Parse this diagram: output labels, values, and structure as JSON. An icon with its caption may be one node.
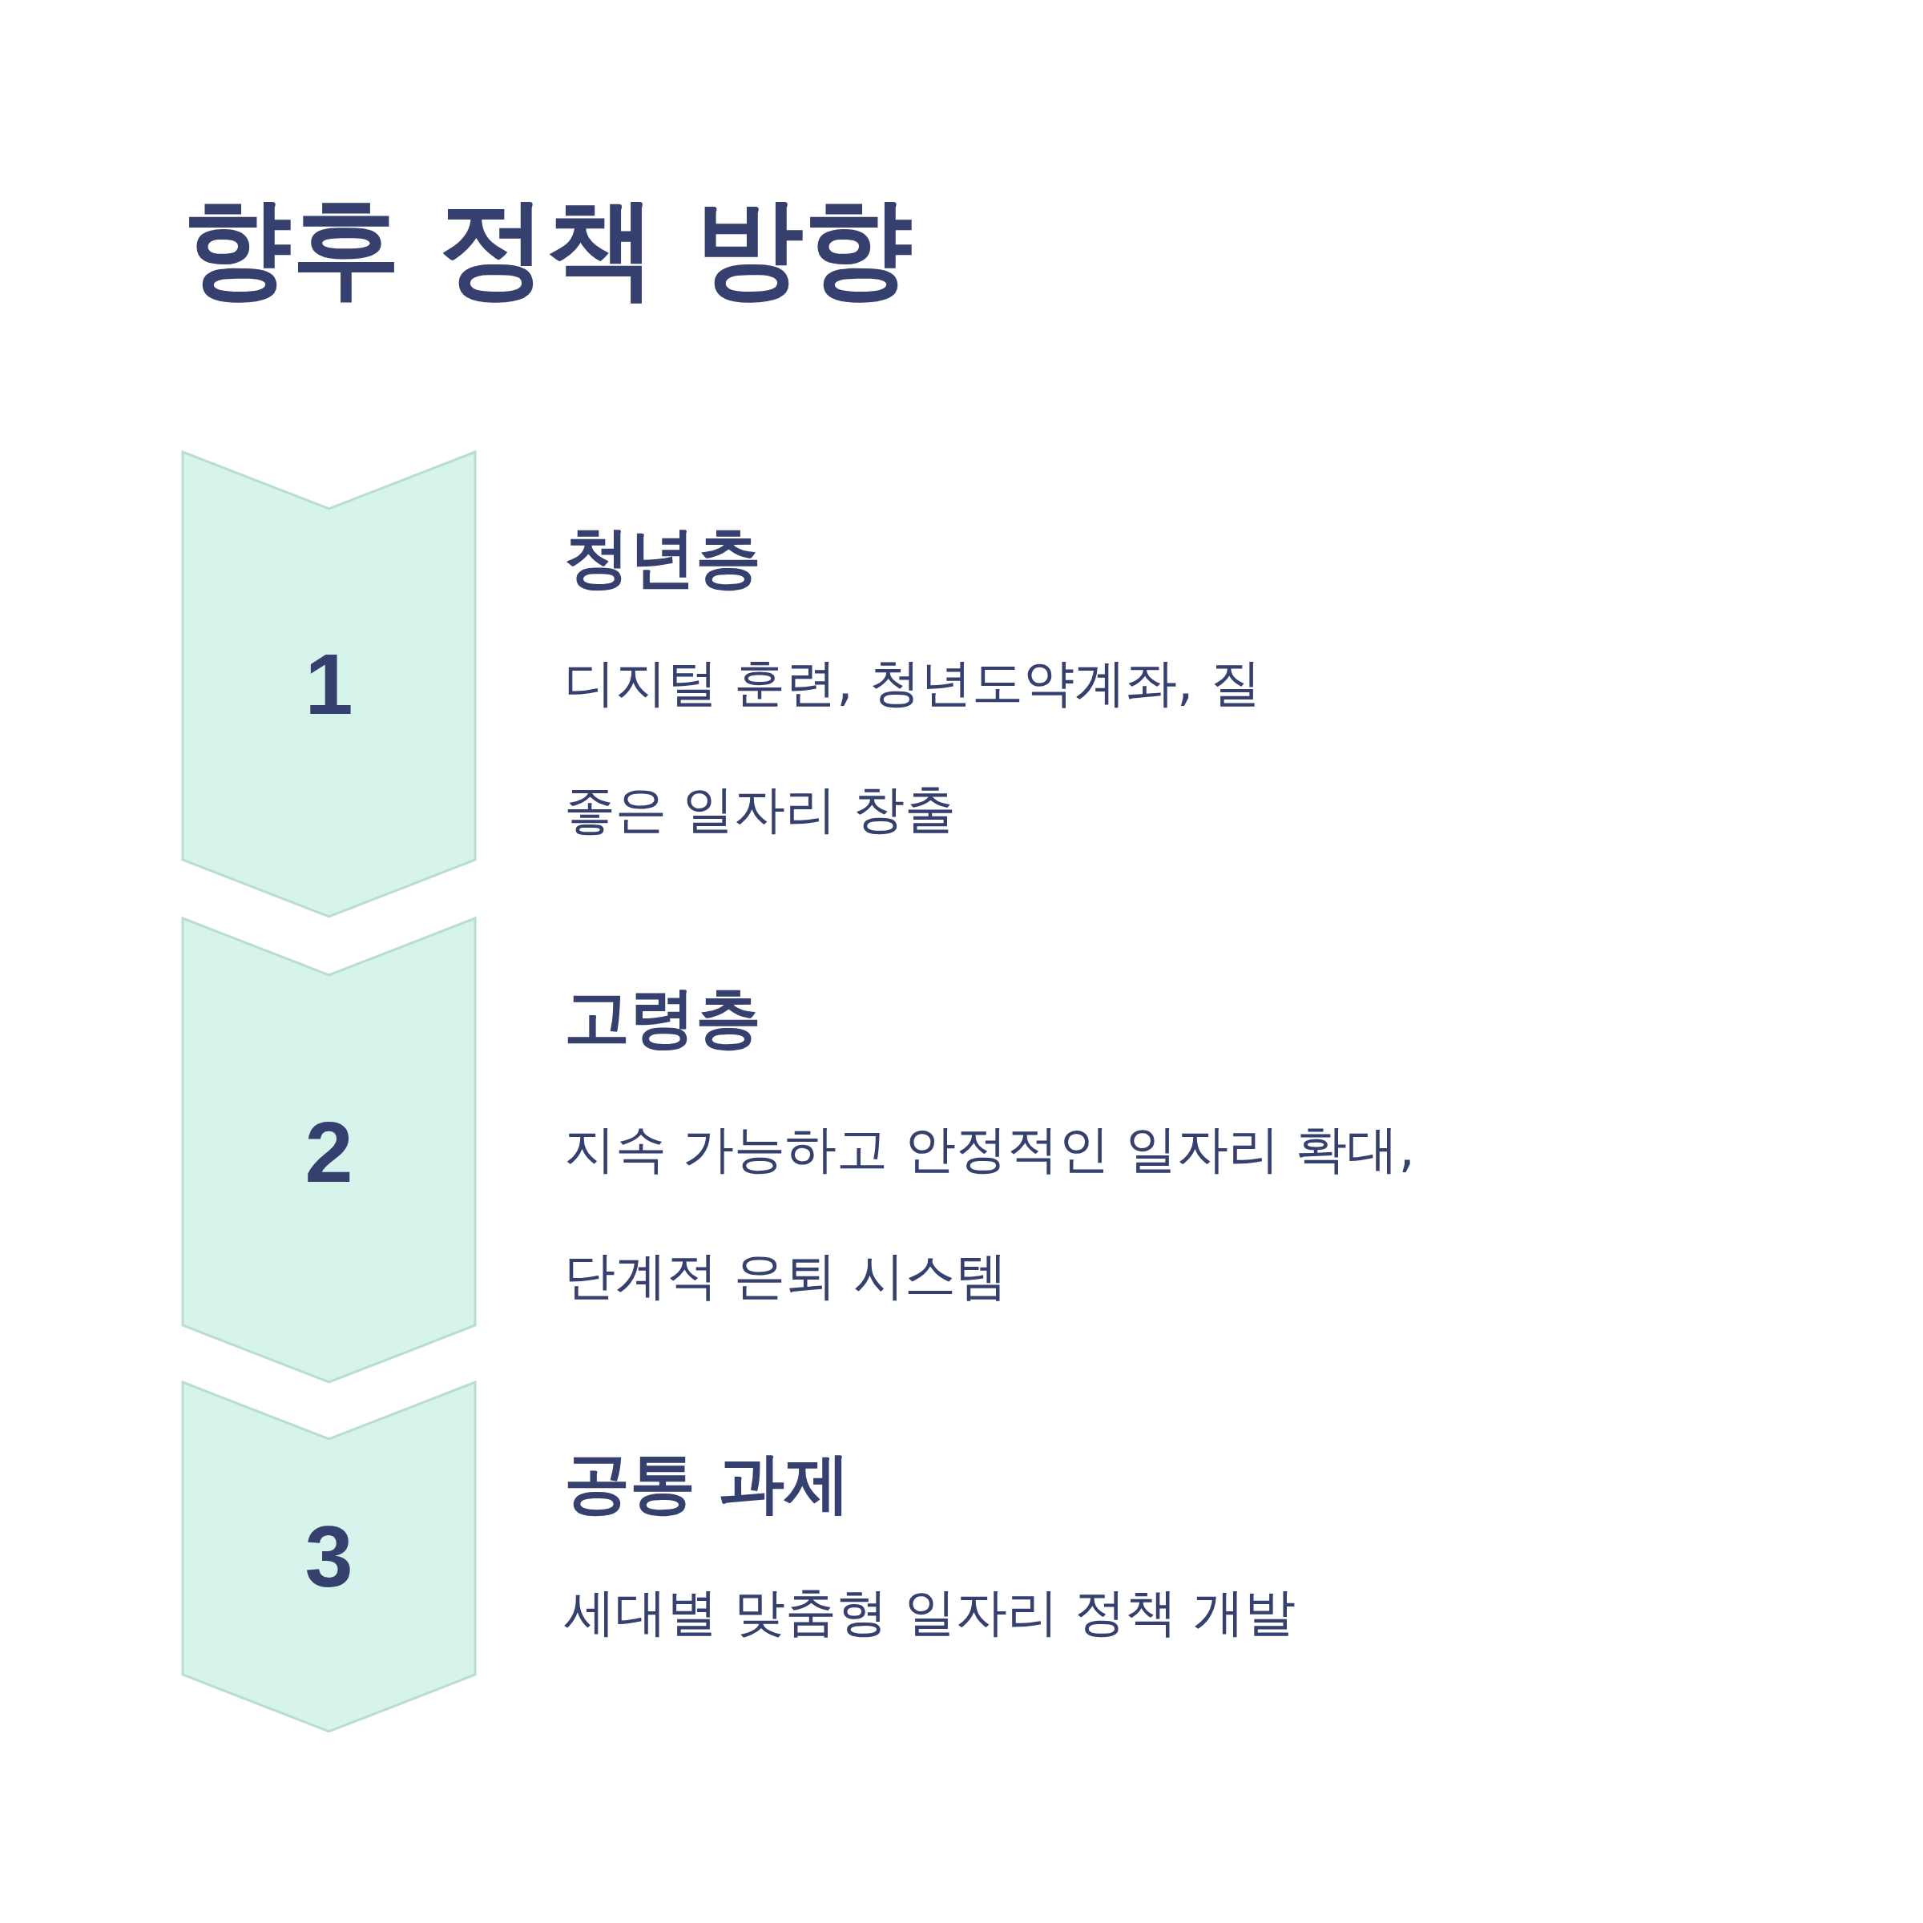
{
  "diagram": {
    "title": "향후 정책 방향",
    "nodes": [
      {
        "text": [
          "1"
        ],
        "beside": [
          "청년층",
          "디지털 훈련, 청년도약계좌, 질 좋은 일자리 창출"
        ]
      },
      {
        "text": [
          "2"
        ],
        "beside": [
          "고령층",
          "지속 가능하고 안정적인 일자리 확대, 단계적 은퇴 시스템"
        ]
      },
      {
        "text": [
          "3"
        ],
        "beside": [
          "공통 과제",
          "세대별 맞춤형 일자리 정책 개발"
        ]
      }
    ]
  }
}
